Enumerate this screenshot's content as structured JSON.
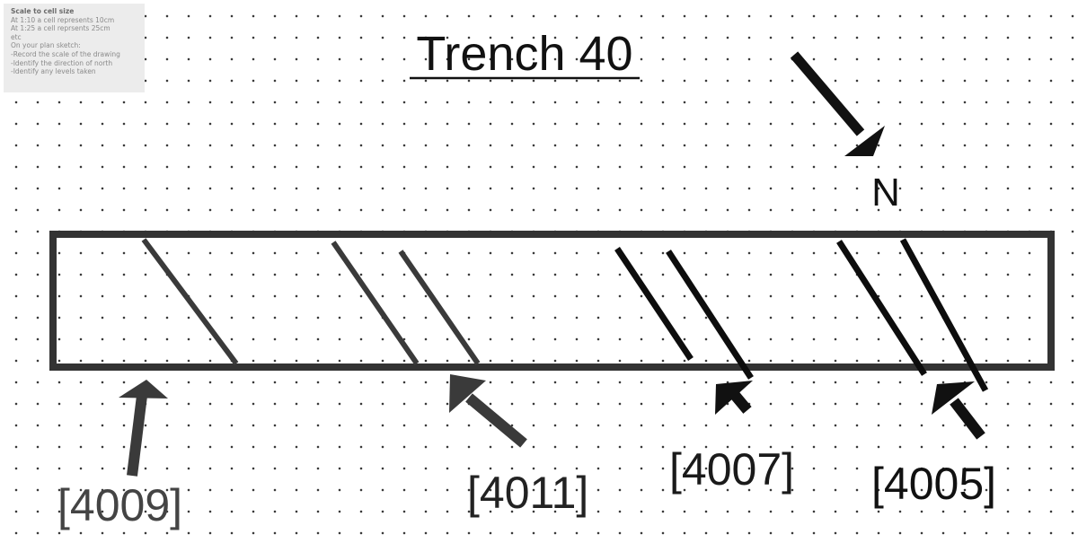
{
  "note": {
    "title": "Scale to cell size",
    "lines": [
      "At 1:10 a cell represents 10cm",
      "At 1:25 a cell reprsents 25cm",
      "etc",
      "On your plan sketch:",
      "-Record the scale of the drawing",
      "-Identify  the  direction of north",
      "-Identify any levels taken"
    ]
  },
  "title": "Trench 40",
  "north_label": "N",
  "labels": {
    "l4009": "[4009]",
    "l4011": "[4011]",
    "l4007": "[4007]",
    "l4005": "[4005]"
  },
  "colors": {
    "trench_outline": "#333333",
    "cut_lines_left": "#3a3a3a",
    "cut_lines_right": "#0d0d0d",
    "label_4009": "#444444",
    "label_4011": "#222222",
    "label_4007": "#1a1a1a",
    "label_4005": "#111111",
    "north_arrow": "#111111"
  }
}
